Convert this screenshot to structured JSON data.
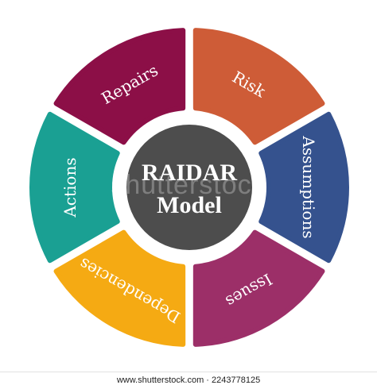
{
  "diagram": {
    "center": {
      "line1": "RAIDAR",
      "line2": "Model",
      "color": "#4d4d4d"
    },
    "segments": [
      {
        "label": "Risk",
        "color": "#ce5c37"
      },
      {
        "label": "Assumptions",
        "color": "#35528e"
      },
      {
        "label": "Issues",
        "color": "#9c2f68"
      },
      {
        "label": "Dependencies",
        "color": "#f5aa13"
      },
      {
        "label": "Actions",
        "color": "#1aa093"
      },
      {
        "label": "Repairs",
        "color": "#8c0f47"
      }
    ]
  },
  "watermark": {
    "text": "shutterstock"
  },
  "footer": {
    "text": "www.shutterstock.com · 2243778125"
  }
}
